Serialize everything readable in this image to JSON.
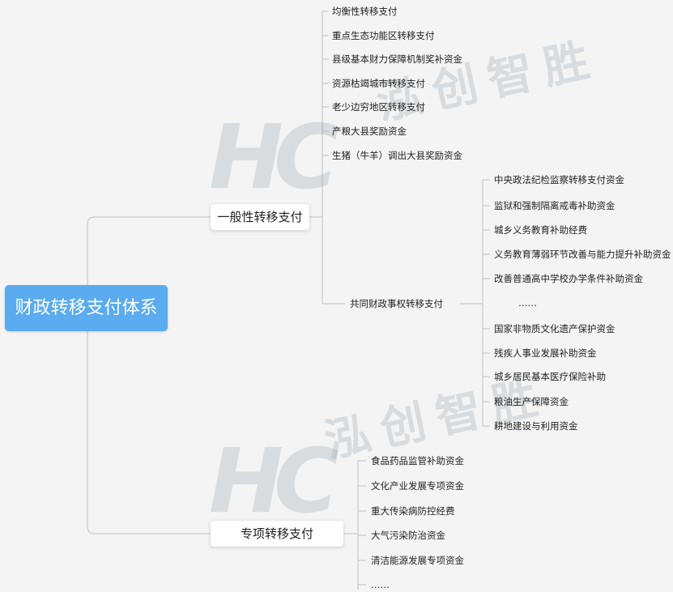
{
  "root": {
    "label": "财政转移支付体系"
  },
  "general": {
    "label": "一般性转移支付",
    "items": [
      "均衡性转移支付",
      "重点生态功能区转移支付",
      "县级基本财力保障机制奖补资金",
      "资源枯竭城市转移支付",
      "老少边穷地区转移支付",
      "产粮大县奖励资金",
      "生猪（牛羊）调出大县奖励资金"
    ],
    "shared": {
      "label": "共同财政事权转移支付",
      "items": [
        "中央政法纪检监察转移支付资金",
        "监狱和强制隔离戒毒补助资金",
        "城乡义务教育补助经费",
        "义务教育薄弱环节改善与能力提升补助资金",
        "改善普通高中学校办学条件补助资金",
        "……",
        "国家非物质文化遗产保护资金",
        "残疾人事业发展补助资金",
        "城乡居民基本医疗保险补助",
        "粮油生产保障资金",
        "耕地建设与利用资金"
      ]
    }
  },
  "special": {
    "label": "专项转移支付",
    "items": [
      "食品药品监管补助资金",
      "文化产业发展专项资金",
      "重大传染病防控经费",
      "大气污染防治资金",
      "清洁能源发展专项资金",
      "……"
    ]
  },
  "watermark": {
    "text": "泓创智胜",
    "logo": "HC"
  }
}
